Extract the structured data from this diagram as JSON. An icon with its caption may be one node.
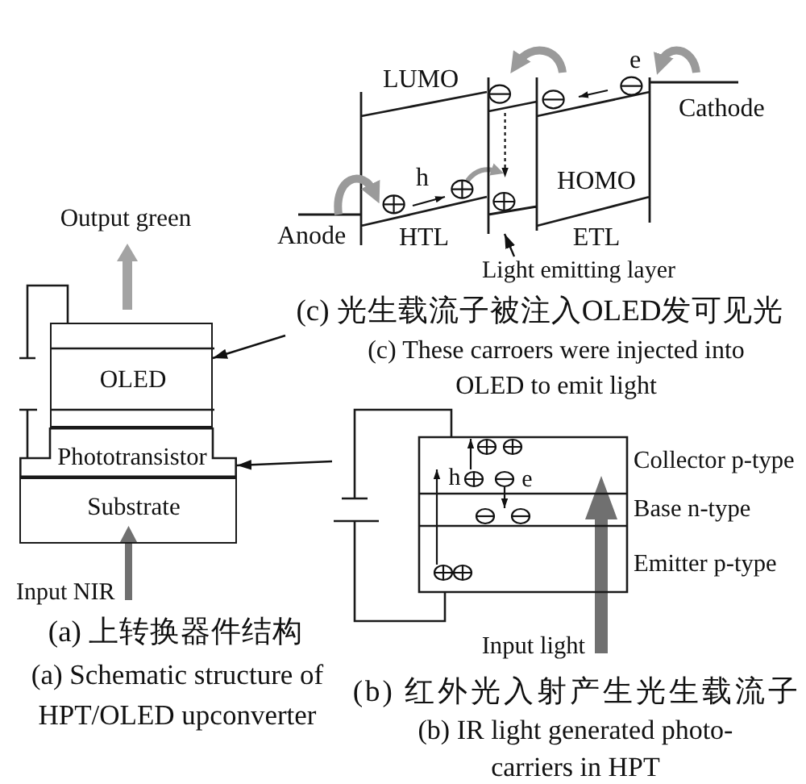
{
  "diagram": {
    "nodes": [
      {
        "text": [],
        "shape": "bar"
      },
      {
        "text": [
          "Light emitting layer"
        ]
      },
      {
        "text": [
          "OLED"
        ]
      },
      {
        "text": [
          "Phototransistor"
        ]
      },
      {
        "text": [
          "Substrate"
        ]
      },
      {
        "text": [],
        "shape": "picture",
        "beside": [
          "Collector p-type",
          "Base n-type",
          "Emitter p-type"
        ]
      }
    ],
    "edges": [
      {
        "from": 1,
        "to": 0,
        "arrow": "to"
      },
      {
        "from": null,
        "to": 2,
        "arrow": "to"
      },
      {
        "from": 5,
        "to": 3,
        "arrow": "to"
      }
    ],
    "labels": [
      "LUMO",
      "e",
      "Cathode",
      "h",
      "HOMO",
      "Output green",
      "Anode",
      "HTL",
      "ETL",
      "(c) 光生载流子被注入OLED发可见光",
      "(c) These carroers were injected into OLED to emit light",
      "h",
      "e",
      "Input NIR",
      "Input light",
      "(a) 上转换器件结构",
      "(a) Schematic structure of HPT/OLED upconverter",
      "(b) 红外光入射产生光生载流子",
      "(b) IR light generated photo-carriers in HPT"
    ]
  }
}
